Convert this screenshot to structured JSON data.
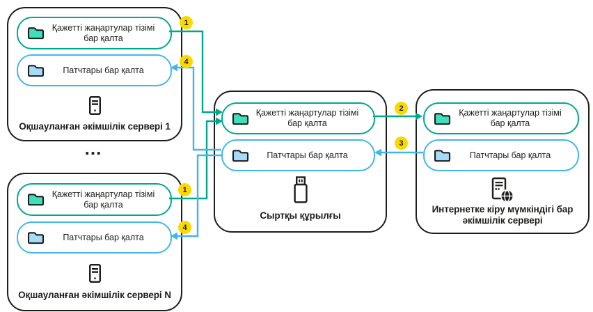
{
  "diagram": {
    "colors": {
      "teal_line": "#00A88E",
      "teal_folder_fill": "#3EE0BC",
      "blue_line": "#42B6EB",
      "blue_folder_fill": "#A6DBF7",
      "badge_yellow": "#FBD900",
      "ink": "#1D1D1B"
    },
    "ellipsis": "...",
    "boxes": [
      {
        "id": "isolated-server-1",
        "title": "Оқшауланған әкімшілік сервері 1",
        "icon": "server-icon",
        "pills": [
          {
            "icon": "folder-icon",
            "label": "Қажетті жаңартулар тізімі бар қалта"
          },
          {
            "icon": "folder-icon",
            "label": "Патчтары бар қалта"
          }
        ]
      },
      {
        "id": "isolated-server-n",
        "title": "Оқшауланған әкімшілік сервері N",
        "icon": "server-icon",
        "pills": [
          {
            "icon": "folder-icon",
            "label": "Қажетті жаңартулар тізімі бар қалта"
          },
          {
            "icon": "folder-icon",
            "label": "Патчтары бар қалта"
          }
        ]
      },
      {
        "id": "external-device",
        "title": "Сыртқы құрылғы",
        "icon": "usb-icon",
        "pills": [
          {
            "icon": "folder-icon",
            "label": "Қажетті жаңартулар тізімі бар қалта"
          },
          {
            "icon": "folder-icon",
            "label": "Патчтары бар қалта"
          }
        ]
      },
      {
        "id": "internet-admin-server",
        "title": "Интернетке кіру мүмкіндігі бар әкімшілік сервері",
        "icon": "server-globe-icon",
        "pills": [
          {
            "icon": "folder-icon",
            "label": "Қажетті жаңартулар тізімі бар қалта"
          },
          {
            "icon": "folder-icon",
            "label": "Патчтары бар қалта"
          }
        ]
      }
    ],
    "badges": [
      {
        "n": "1"
      },
      {
        "n": "4"
      },
      {
        "n": "1"
      },
      {
        "n": "4"
      },
      {
        "n": "2"
      },
      {
        "n": "3"
      }
    ]
  }
}
